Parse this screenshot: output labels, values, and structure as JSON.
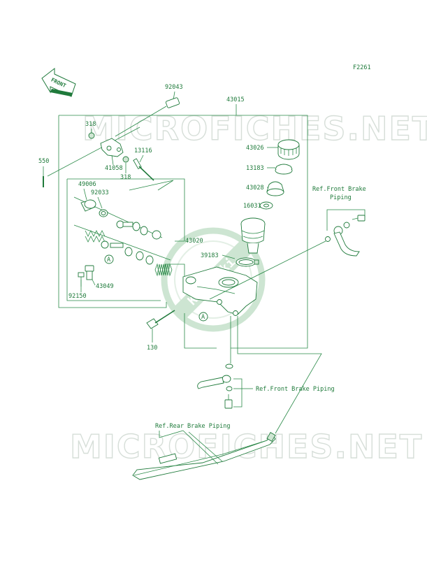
{
  "figure_code": "F2261",
  "front_label": "FRONT",
  "logo_text": "Kawasaki",
  "watermark_text": "MICROFICHES.NET",
  "circle_marker": "A",
  "colors": {
    "line": "#1f7a3b",
    "watermark": "#d6ded8",
    "logo": "#cde5d2"
  },
  "part_numbers": {
    "p92043": "92043",
    "p43015": "43015",
    "p318a": "318",
    "p318b": "318",
    "p550": "550",
    "p41058": "41058",
    "p13116": "13116",
    "p43026": "43026",
    "p13183": "13183",
    "p43028": "43028",
    "p16031": "16031",
    "p49006": "49006",
    "p92033": "92033",
    "p43020": "43020",
    "p39183": "39183",
    "p43049": "43049",
    "p92150": "92150",
    "p130": "130"
  },
  "references": {
    "front_brake_top": "Ref.Front Brake",
    "front_brake_top2": "Piping",
    "front_brake_bottom": "Ref.Front Brake Piping",
    "rear_brake": "Ref.Rear Brake Piping"
  }
}
